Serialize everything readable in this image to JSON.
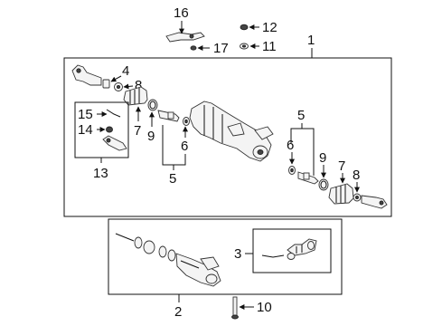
{
  "callouts": {
    "c1": "1",
    "c2": "2",
    "c3": "3",
    "c4": "4",
    "c5a": "5",
    "c5b": "5",
    "c6a": "6",
    "c6b": "6",
    "c7a": "7",
    "c7b": "7",
    "c8a": "8",
    "c8b": "8",
    "c9a": "9",
    "c9b": "9",
    "c10": "10",
    "c11": "11",
    "c12": "12",
    "c13": "13",
    "c14": "14",
    "c15": "15",
    "c16": "16",
    "c17": "17"
  }
}
